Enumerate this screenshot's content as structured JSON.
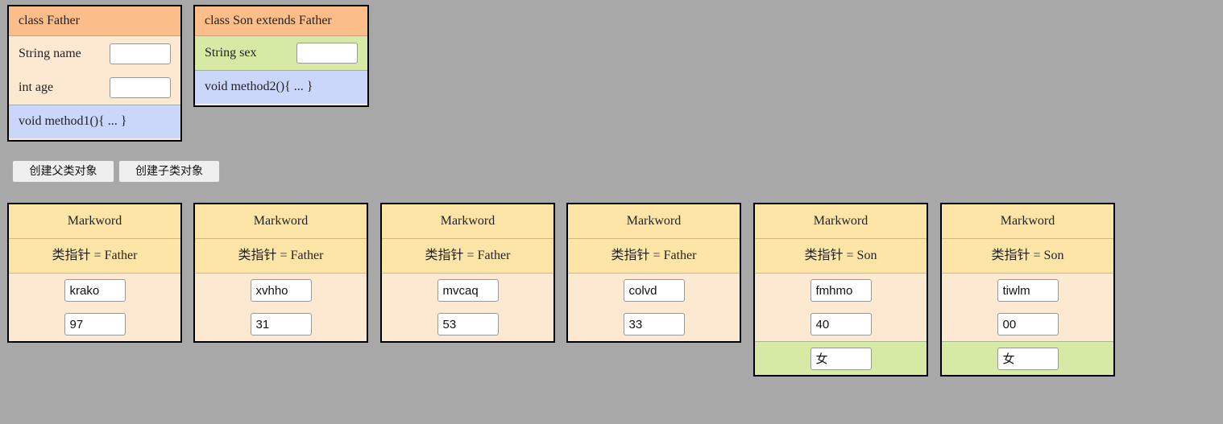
{
  "father_class": {
    "title": "class Father",
    "fields": [
      {
        "label": "String name",
        "value": ""
      },
      {
        "label": "int age",
        "value": ""
      }
    ],
    "method": "void method1(){ ... }"
  },
  "son_class": {
    "title": "class Son extends Father",
    "fields": [
      {
        "label": "String sex",
        "value": ""
      }
    ],
    "method": "void method2(){ ... }"
  },
  "buttons": {
    "create_father": "创建父类对象",
    "create_son": "创建子类对象"
  },
  "objects": [
    {
      "markword": "Markword",
      "class_pointer": "类指针 = Father",
      "name": "krako",
      "age": "97"
    },
    {
      "markword": "Markword",
      "class_pointer": "类指针 = Father",
      "name": "xvhho",
      "age": "31"
    },
    {
      "markword": "Markword",
      "class_pointer": "类指针 = Father",
      "name": "mvcaq",
      "age": "53"
    },
    {
      "markword": "Markword",
      "class_pointer": "类指针 = Father",
      "name": "colvd",
      "age": "33"
    },
    {
      "markword": "Markword",
      "class_pointer": "类指针 = Son",
      "name": "fmhmo",
      "age": "40",
      "sex": "女"
    },
    {
      "markword": "Markword",
      "class_pointer": "类指针 = Son",
      "name": "tiwlm",
      "age": "00",
      "sex": "女"
    }
  ]
}
